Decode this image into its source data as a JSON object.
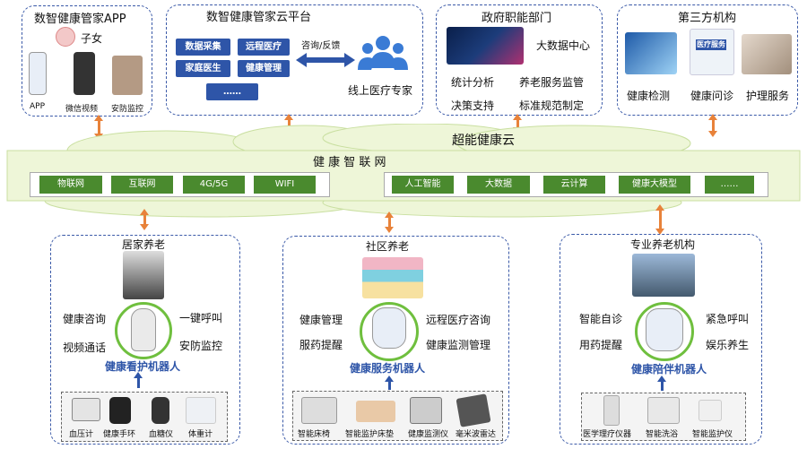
{
  "app": {
    "title": "数智健康管家APP",
    "user": "子女",
    "items": [
      "APP",
      "微信视频",
      "安防监控"
    ]
  },
  "platform": {
    "title": "数智健康管家云平台",
    "buttons": [
      "数据采集",
      "远程医疗",
      "家庭医生",
      "健康管理",
      "……"
    ],
    "arrow_label": "咨询/反馈",
    "expert": "线上医疗专家"
  },
  "gov": {
    "title": "政府职能部门",
    "items": [
      "大数据中心",
      "统计分析",
      "养老服务监管",
      "决策支持",
      "标准规范制定"
    ]
  },
  "third": {
    "title": "第三方机构",
    "items": [
      "健康检测",
      "健康问诊",
      "护理服务"
    ],
    "sign_text": "医疗服务"
  },
  "cloud": {
    "title": "超能健康云"
  },
  "network": {
    "title": "健 康 智 联 网",
    "left": [
      "物联网",
      "互联网",
      "4G/5G",
      "WIFI"
    ],
    "right": [
      "人工智能",
      "大数据",
      "云计算",
      "健康大模型",
      "……"
    ]
  },
  "home": {
    "title": "居家养老",
    "left_items": [
      "健康咨询",
      "视频通话"
    ],
    "right_items": [
      "一键呼叫",
      "安防监控"
    ],
    "robot": "健康看护机器人",
    "devices": [
      "血压计",
      "健康手环",
      "血糖仪",
      "体重计"
    ]
  },
  "community": {
    "title": "社区养老",
    "left_items": [
      "健康管理",
      "服药提醒"
    ],
    "right_items": [
      "远程医疗咨询",
      "健康监测管理"
    ],
    "robot": "健康服务机器人",
    "devices": [
      "智能床椅",
      "智能监护床垫",
      "健康监测仪",
      "毫米波雷达"
    ]
  },
  "institution": {
    "title": "专业养老机构",
    "left_items": [
      "智能自诊",
      "用药提醒"
    ],
    "right_items": [
      "紧急呼叫",
      "娱乐养生"
    ],
    "robot": "健康陪伴机器人",
    "devices": [
      "医学理疗仪器",
      "智能洗浴",
      "智能监护仪"
    ]
  },
  "colors": {
    "blue": "#2e55a8",
    "green": "#4a8a2e",
    "orange": "#e8823a",
    "cloud": "#eef6d8"
  }
}
